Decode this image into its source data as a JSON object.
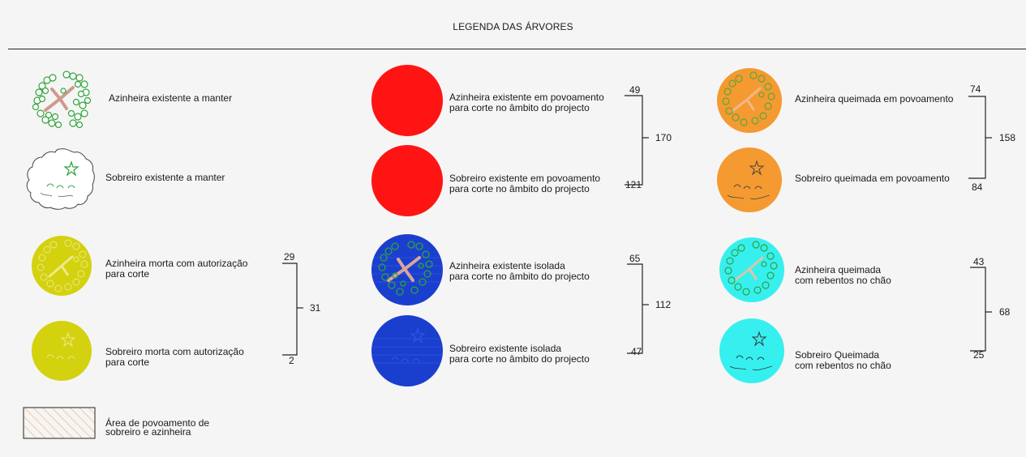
{
  "title": "LEGENDA DAS ÁRVORES",
  "colors": {
    "green": "#2fa33a",
    "trunk": "#d9a59b",
    "red": "#ff1414",
    "yellow": "#d4d10f",
    "blue": "#1a3fcf",
    "orange": "#f59a30",
    "cyan": "#36f0f0"
  },
  "legend": {
    "azinheira_manter": "Azinheira existente a manter",
    "sobreiro_manter": "Sobreiro existente a manter",
    "azinheira_morta": [
      "Azinheira  morta com autorização",
      "para corte"
    ],
    "sobreiro_morta": [
      "Sobreiro morta com autorização",
      "para corte"
    ],
    "area": [
      "Área de povoamento de",
      "sobreiro e azinheira"
    ],
    "azinheira_povo": [
      "Azinheira existente em povoamento",
      "para corte no âmbito do projecto"
    ],
    "sobreiro_povo": [
      "Sobreiro existente em povoamento",
      "para corte no âmbito do projecto"
    ],
    "azinheira_isolada": [
      "Azinheira existente isolada",
      "para corte no âmbito do projecto"
    ],
    "sobreiro_isolada": [
      "Sobreiro existente isolada",
      "para corte no âmbito do projecto"
    ],
    "azinheira_queimada": "Azinheira queimada em povoamento",
    "sobreiro_queimada": "Sobreiro queimada em povoamento",
    "azinheira_rebentos": [
      "Azinheira queimada",
      "com rebentos no chão"
    ],
    "sobreiro_rebentos": [
      "Sobreiro Queimada",
      "com rebentos no chão"
    ]
  },
  "counts": {
    "morta_a": "29",
    "morta_b": "2",
    "morta_total": "31",
    "povo_a": "49",
    "povo_b": "121",
    "povo_total": "170",
    "isolada_a": "65",
    "isolada_b": "47",
    "isolada_total": "112",
    "queimada_a": "74",
    "queimada_b": "84",
    "queimada_total": "158",
    "rebentos_a": "43",
    "rebentos_b": "25",
    "rebentos_total": "68"
  }
}
